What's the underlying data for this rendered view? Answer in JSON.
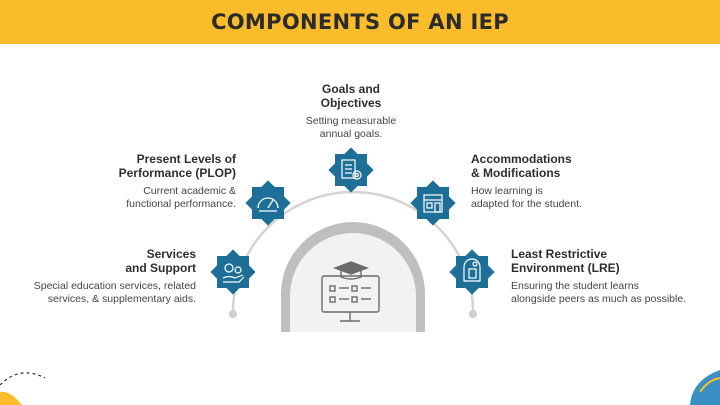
{
  "title": "COMPONENTS OF AN IEP",
  "components": [
    {
      "id": "services",
      "title_line1": "Services",
      "title_line2": "and Support",
      "desc_line1": "Special education services, related",
      "desc_line2": "services, & supplementary aids."
    },
    {
      "id": "plop",
      "title_line1": "Present Levels of",
      "title_line2": "Performance (PLOP)",
      "desc_line1": "Current academic &",
      "desc_line2": "functional performance."
    },
    {
      "id": "goals",
      "title_line1": "Goals and",
      "title_line2": "Objectives",
      "desc_line1": "Setting measurable",
      "desc_line2": "annual goals."
    },
    {
      "id": "accommodations",
      "title_line1": "Accommodations",
      "title_line2": "& Modifications",
      "desc_line1": "How learning is",
      "desc_line2": "adapted for the student."
    },
    {
      "id": "lre",
      "title_line1": "Least Restrictive",
      "title_line2": "Environment (LRE)",
      "desc_line1": "Ensuring the student learns",
      "desc_line2": "alongside peers as much as possible."
    }
  ],
  "icons": [
    "hands-gears-icon",
    "speedometer-icon",
    "checklist-target-icon",
    "storefront-icon",
    "classroom-door-icon",
    "graduation-board-icon"
  ],
  "colors": {
    "accent_yellow": "#fbbc2b",
    "badge_blue": "#1e6f97",
    "arc_gray": "#d4d4d4",
    "text_dark": "#2e2e2e"
  }
}
